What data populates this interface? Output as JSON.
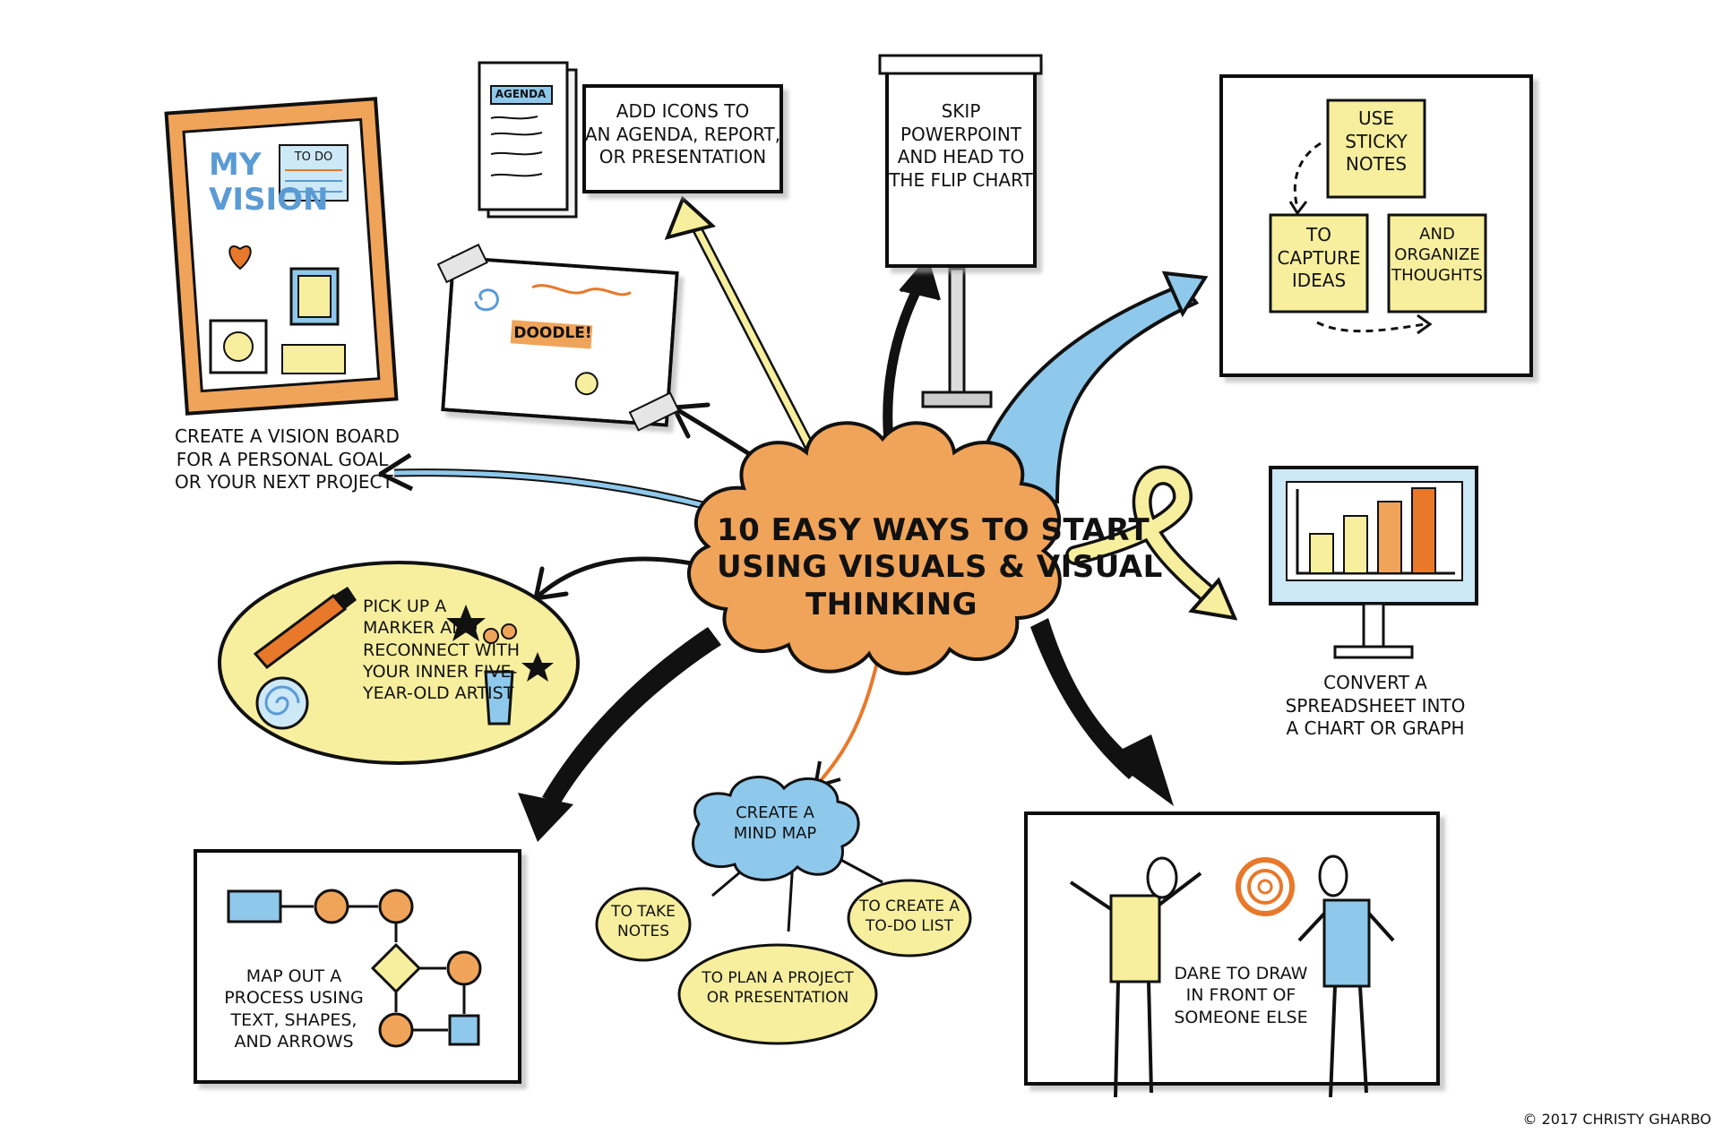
{
  "title": [
    "10 EASY WAYS TO START",
    "USING VISUALS & VISUAL",
    "THINKING"
  ],
  "vision_board": {
    "caption": [
      "CREATE A VISION BOARD",
      "FOR A PERSONAL GOAL",
      "OR YOUR NEXT PROJECT"
    ],
    "board_title": [
      "MY",
      "VISION"
    ],
    "todo_note": "To Do"
  },
  "agenda": {
    "doc_label": "AGENDA",
    "caption": [
      "ADD ICONS TO",
      "AN AGENDA, REPORT,",
      "OR PRESENTATION"
    ]
  },
  "doodle": {
    "label": "DOODLE!"
  },
  "flip_chart": {
    "caption": [
      "SKIP",
      "POWERPOINT",
      "AND HEAD TO",
      "THE FLIP CHART"
    ]
  },
  "sticky_notes": {
    "note1": [
      "USE",
      "STICKY",
      "NOTES"
    ],
    "note2": [
      "TO",
      "CAPTURE",
      "IDEAS"
    ],
    "note3": [
      "AND",
      "ORGANIZE",
      "THOUGHTS"
    ]
  },
  "chart_monitor": {
    "caption": [
      "CONVERT A",
      "SPREADSHEET INTO",
      "A CHART OR GRAPH"
    ]
  },
  "marker": {
    "caption": [
      "PICK UP A",
      "MARKER AND",
      "RECONNECT WITH",
      "YOUR INNER FIVE-",
      "YEAR-OLD ARTIST"
    ]
  },
  "process": {
    "caption": [
      "MAP OUT A",
      "PROCESS USING",
      "TEXT, SHAPES,",
      "AND ARROWS"
    ]
  },
  "mind_map": {
    "center": [
      "CREATE A",
      "MIND MAP"
    ],
    "branch1": [
      "TO TAKE",
      "NOTES"
    ],
    "branch2": [
      "TO PLAN A PROJECT",
      "OR PRESENTATION"
    ],
    "branch3": [
      "TO CREATE A",
      "TO-DO LIST"
    ]
  },
  "draw": {
    "caption": [
      "DARE TO DRAW",
      "IN FRONT OF",
      "SOMEONE ELSE"
    ]
  },
  "copyright": "© 2017 CHRISTY GHARBO",
  "colors": {
    "orange": "#f0a45a",
    "yellow": "#f7ef9e",
    "blue": "#8ec9ec",
    "light_blue": "#cde8f6",
    "dark_orange": "#e8782a",
    "black": "#111111"
  }
}
